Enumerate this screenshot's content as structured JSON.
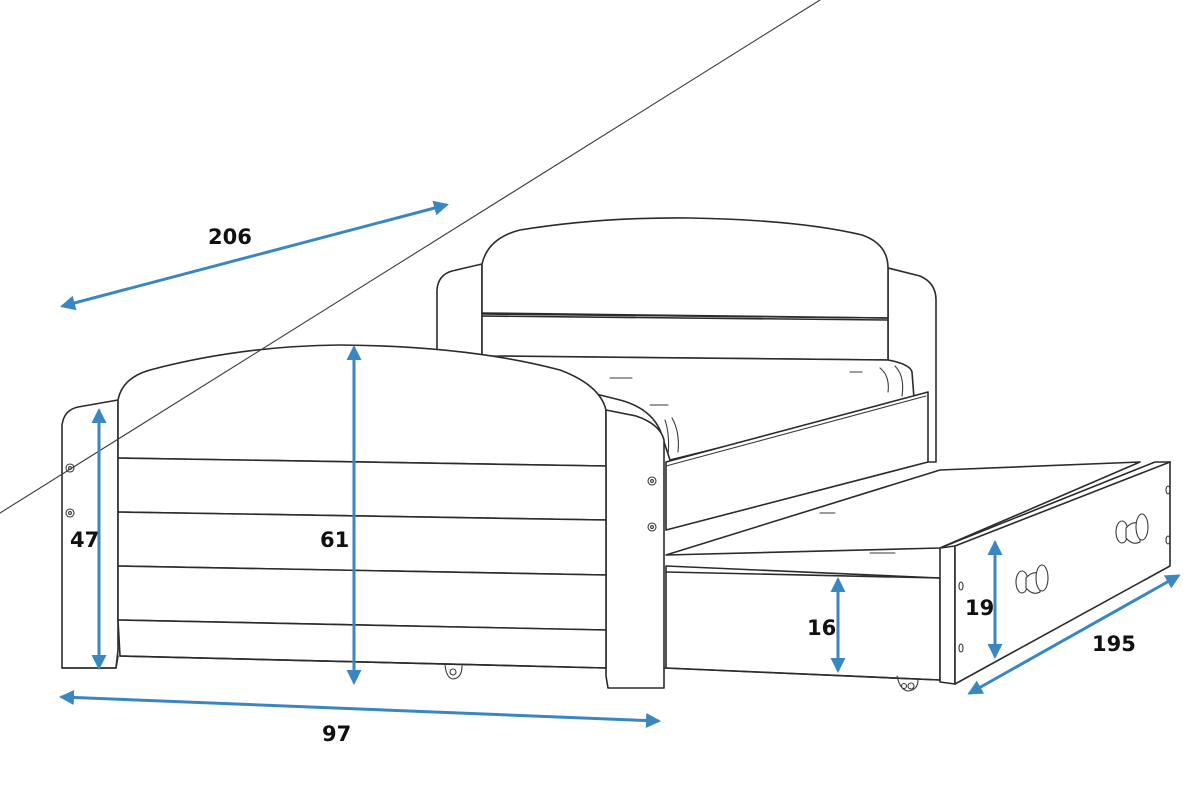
{
  "diagram": {
    "subject": "Single bed with pull-out trundle drawer",
    "unit": "cm",
    "colors": {
      "dimension_arrow": "#3a86c0",
      "outline": "#2b2b2b",
      "label": "#111111",
      "background": "#ffffff"
    },
    "dimensions": {
      "length": {
        "label": "206",
        "value": 206,
        "describes": "overall bed length"
      },
      "width": {
        "label": "97",
        "value": 97,
        "describes": "overall bed width"
      },
      "headboard_height": {
        "label": "61",
        "value": 61,
        "describes": "headboard height"
      },
      "side_panel_height": {
        "label": "47",
        "value": 47,
        "describes": "side panel / end post height"
      },
      "trundle_clearance": {
        "label": "16",
        "value": 16,
        "describes": "height of trundle recess under bed"
      },
      "drawer_front_height": {
        "label": "19",
        "value": 19,
        "describes": "trundle drawer front height"
      },
      "trundle_length": {
        "label": "195",
        "value": 195,
        "describes": "trundle drawer length"
      }
    }
  }
}
